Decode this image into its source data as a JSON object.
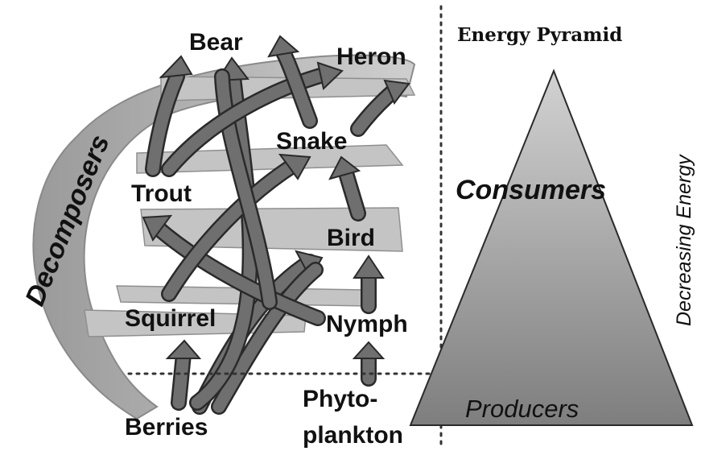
{
  "food_web": {
    "organisms": {
      "bear": "Bear",
      "heron": "Heron",
      "snake": "Snake",
      "trout": "Trout",
      "bird": "Bird",
      "squirrel": "Squirrel",
      "nymph": "Nymph",
      "berries": "Berries",
      "phytoplankton_line1": "Phyto-",
      "phytoplankton_line2": "plankton"
    },
    "decomposers_label": "Decomposers",
    "links": [
      {
        "from": "Berries",
        "to": "Squirrel"
      },
      {
        "from": "Berries",
        "to": "Bird"
      },
      {
        "from": "Berries",
        "to": "Bird"
      },
      {
        "from": "Phyto-plankton",
        "to": "Nymph"
      },
      {
        "from": "Nymph",
        "to": "Bird"
      },
      {
        "from": "Nymph",
        "to": "Trout"
      },
      {
        "from": "Bird",
        "to": "Snake"
      },
      {
        "from": "Squirrel",
        "to": "Snake"
      },
      {
        "from": "Squirrel",
        "to": "Bear"
      },
      {
        "from": "Trout",
        "to": "Bear"
      },
      {
        "from": "Trout",
        "to": "Heron"
      },
      {
        "from": "Snake",
        "to": "Heron"
      },
      {
        "from": "Snake",
        "to": "Bear"
      },
      {
        "from": "Berries",
        "to": "Bear"
      }
    ]
  },
  "pyramid": {
    "title": "Energy Pyramid",
    "consumers_label": "Consumers",
    "producers_label": "Producers",
    "side_label": "Decreasing Energy"
  },
  "colors": {
    "arrow_fill": "#6f6f6f",
    "arrow_stroke": "#2a2a2a",
    "band_fill": "#bdbdbd",
    "pyramid_top": "#d2d2d2",
    "pyramid_bottom": "#7e7e7e",
    "text": "#111111"
  }
}
